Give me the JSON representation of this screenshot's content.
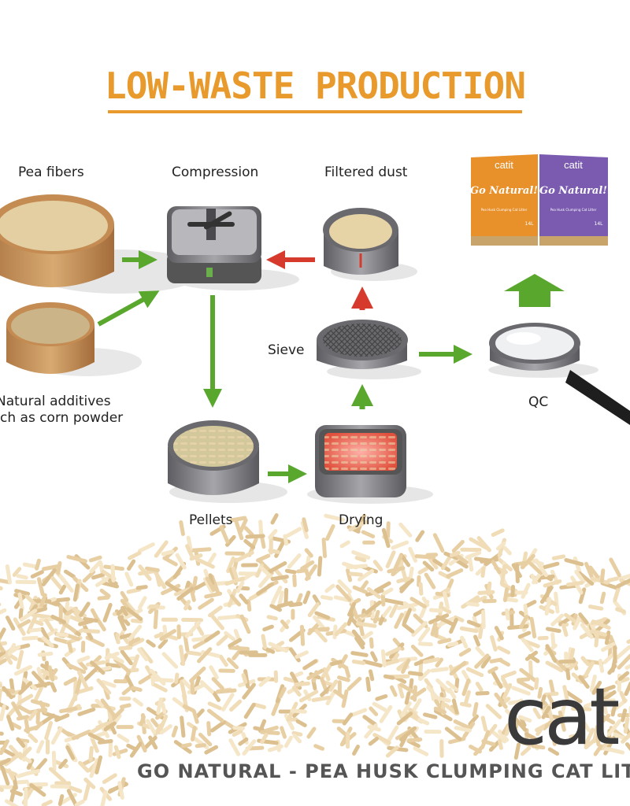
{
  "title": "LOW-WASTE PRODUCTION",
  "colors": {
    "title": "#e89a2c",
    "arrow_green": "#5aa72e",
    "arrow_red": "#d63a2c",
    "box_orange": "#e8902a",
    "box_purple": "#7a5bb0",
    "metal": "#7a7a7e"
  },
  "steps": {
    "pea_fibers": "Pea fibers",
    "natural_additives_line1": "Natural additives",
    "natural_additives_line2": "ch as corn powder",
    "compression": "Compression",
    "filtered_dust": "Filtered dust",
    "sieve": "Sieve",
    "qc": "QC",
    "pellets": "Pellets",
    "drying": "Drying"
  },
  "products": {
    "brand": "catit",
    "line": "Go Natural!",
    "orange_desc": "Pea Husk Clumping Cat Litter",
    "purple_desc": "Pea Husk Clumping Cat Litter",
    "volume": "14L"
  },
  "brand_logo": "cat",
  "footer": "GO NATURAL - PEA HUSK CLUMPING CAT LIT"
}
